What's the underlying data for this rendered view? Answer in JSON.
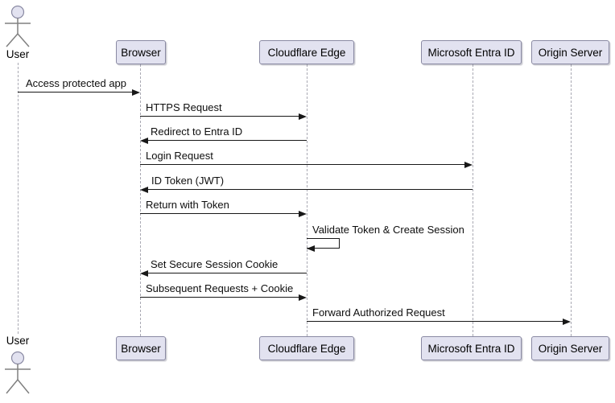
{
  "diagram": {
    "type": "uml-sequence-diagram",
    "participants": [
      {
        "id": "user",
        "label": "User",
        "kind": "actor"
      },
      {
        "id": "browser",
        "label": "Browser",
        "kind": "participant"
      },
      {
        "id": "cloudflare",
        "label": "Cloudflare Edge",
        "kind": "participant"
      },
      {
        "id": "entra",
        "label": "Microsoft Entra ID",
        "kind": "participant"
      },
      {
        "id": "origin",
        "label": "Origin Server",
        "kind": "participant"
      }
    ],
    "messages": [
      {
        "from": "User",
        "to": "Browser",
        "label": "Access protected app"
      },
      {
        "from": "Browser",
        "to": "Cloudflare Edge",
        "label": "HTTPS Request"
      },
      {
        "from": "Cloudflare Edge",
        "to": "Browser",
        "label": "Redirect to Entra ID"
      },
      {
        "from": "Browser",
        "to": "Microsoft Entra ID",
        "label": "Login Request"
      },
      {
        "from": "Microsoft Entra ID",
        "to": "Browser",
        "label": "ID Token (JWT)"
      },
      {
        "from": "Browser",
        "to": "Cloudflare Edge",
        "label": "Return with Token"
      },
      {
        "from": "Cloudflare Edge",
        "to": "Cloudflare Edge",
        "label": "Validate Token & Create Session",
        "self": true
      },
      {
        "from": "Cloudflare Edge",
        "to": "Browser",
        "label": "Set Secure Session Cookie"
      },
      {
        "from": "Browser",
        "to": "Cloudflare Edge",
        "label": "Subsequent Requests + Cookie"
      },
      {
        "from": "Cloudflare Edge",
        "to": "Origin Server",
        "label": "Forward Authorized Request"
      }
    ],
    "colors": {
      "participant_fill": "#E2E2F0",
      "participant_border": "#8A8AA3",
      "lifeline": "#A9A9B3",
      "arrow": "#181818",
      "text": "#0E0E0E",
      "actor": "#808080"
    }
  }
}
